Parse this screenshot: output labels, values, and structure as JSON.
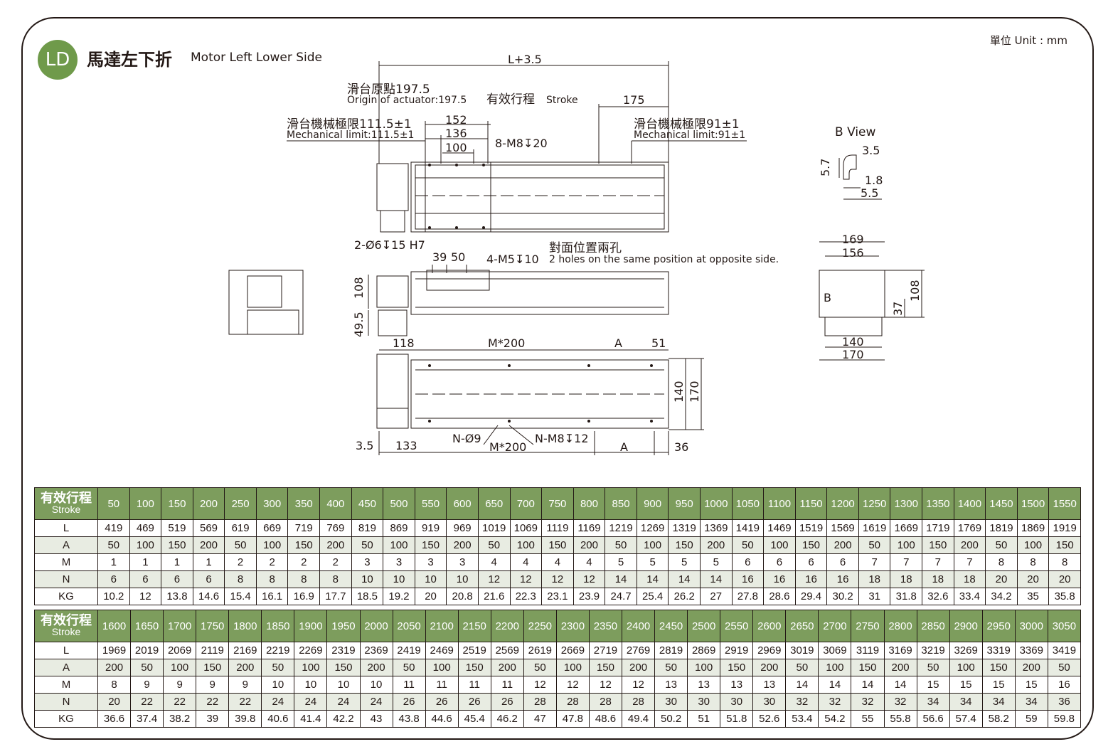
{
  "header": {
    "badge": "LD",
    "title_zh": "馬達左下折",
    "title_en": "Motor Left Lower Side",
    "unit": "單位 Unit : mm"
  },
  "drawing": {
    "l_plus": "L+3.5",
    "origin_zh": "滑台原點197.5",
    "origin_en": "Origin of actuator:197.5",
    "stroke_zh": "有效行程",
    "stroke_en": "Stroke",
    "dim_175": "175",
    "mech_left_zh": "滑台機械極限111.5±1",
    "mech_left_en": "Mechanical limit:111.5±1",
    "mech_right_zh": "滑台機械極限91±1",
    "mech_right_en": "Mechanical limit:91±1",
    "dim_152": "152",
    "dim_136": "136",
    "dim_100": "100",
    "m8": "8-M8↧20",
    "pin": "2-Ø6↧15 H7",
    "dim_39": "39",
    "dim_50": "50",
    "m5": "4-M5↧10",
    "opp_zh": "對面位置兩孔",
    "opp_en": "2 holes on the same position at opposite side.",
    "dim_108": "108",
    "dim_49_5": "49.5",
    "dim_118": "118",
    "m200": "M*200",
    "a": "A",
    "dim_51": "51",
    "dim_140": "140",
    "dim_170": "170",
    "dim_3_5": "3.5",
    "dim_133": "133",
    "n9": "N-Ø9",
    "m200b": "M*200",
    "m8_12": "N-M8↧12",
    "a2": "A",
    "dim_36": "36",
    "bview": "B View",
    "bv_3_5": "3.5",
    "bv_5_7": "5.7",
    "bv_1_8": "1.8",
    "bv_5_5": "5.5",
    "end_169": "169",
    "end_156": "156",
    "end_b": "B",
    "end_37": "37",
    "end_108": "108",
    "end_140": "140",
    "end_170": "170"
  },
  "table1": {
    "stroke_zh": "有效行程",
    "stroke_en": "Stroke",
    "strokes": [
      "50",
      "100",
      "150",
      "200",
      "250",
      "300",
      "350",
      "400",
      "450",
      "500",
      "550",
      "600",
      "650",
      "700",
      "750",
      "800",
      "850",
      "900",
      "950",
      "1000",
      "1050",
      "1100",
      "1150",
      "1200",
      "1250",
      "1300",
      "1350",
      "1400",
      "1450",
      "1500",
      "1550"
    ],
    "rows": [
      {
        "label": "L",
        "values": [
          "419",
          "469",
          "519",
          "569",
          "619",
          "669",
          "719",
          "769",
          "819",
          "869",
          "919",
          "969",
          "1019",
          "1069",
          "1119",
          "1169",
          "1219",
          "1269",
          "1319",
          "1369",
          "1419",
          "1469",
          "1519",
          "1569",
          "1619",
          "1669",
          "1719",
          "1769",
          "1819",
          "1869",
          "1919"
        ]
      },
      {
        "label": "A",
        "values": [
          "50",
          "100",
          "150",
          "200",
          "50",
          "100",
          "150",
          "200",
          "50",
          "100",
          "150",
          "200",
          "50",
          "100",
          "150",
          "200",
          "50",
          "100",
          "150",
          "200",
          "50",
          "100",
          "150",
          "200",
          "50",
          "100",
          "150",
          "200",
          "50",
          "100",
          "150"
        ]
      },
      {
        "label": "M",
        "values": [
          "1",
          "1",
          "1",
          "1",
          "2",
          "2",
          "2",
          "2",
          "3",
          "3",
          "3",
          "3",
          "4",
          "4",
          "4",
          "4",
          "5",
          "5",
          "5",
          "5",
          "6",
          "6",
          "6",
          "6",
          "7",
          "7",
          "7",
          "7",
          "8",
          "8",
          "8"
        ]
      },
      {
        "label": "N",
        "values": [
          "6",
          "6",
          "6",
          "6",
          "8",
          "8",
          "8",
          "8",
          "10",
          "10",
          "10",
          "10",
          "12",
          "12",
          "12",
          "12",
          "14",
          "14",
          "14",
          "14",
          "16",
          "16",
          "16",
          "16",
          "18",
          "18",
          "18",
          "18",
          "20",
          "20",
          "20"
        ]
      },
      {
        "label": "KG",
        "values": [
          "10.2",
          "12",
          "13.8",
          "14.6",
          "15.4",
          "16.1",
          "16.9",
          "17.7",
          "18.5",
          "19.2",
          "20",
          "20.8",
          "21.6",
          "22.3",
          "23.1",
          "23.9",
          "24.7",
          "25.4",
          "26.2",
          "27",
          "27.8",
          "28.6",
          "29.4",
          "30.2",
          "31",
          "31.8",
          "32.6",
          "33.4",
          "34.2",
          "35",
          "35.8"
        ]
      }
    ]
  },
  "table2": {
    "stroke_zh": "有效行程",
    "stroke_en": "Stroke",
    "strokes": [
      "1600",
      "1650",
      "1700",
      "1750",
      "1800",
      "1850",
      "1900",
      "1950",
      "2000",
      "2050",
      "2100",
      "2150",
      "2200",
      "2250",
      "2300",
      "2350",
      "2400",
      "2450",
      "2500",
      "2550",
      "2600",
      "2650",
      "2700",
      "2750",
      "2800",
      "2850",
      "2900",
      "2950",
      "3000",
      "3050"
    ],
    "rows": [
      {
        "label": "L",
        "values": [
          "1969",
          "2019",
          "2069",
          "2119",
          "2169",
          "2219",
          "2269",
          "2319",
          "2369",
          "2419",
          "2469",
          "2519",
          "2569",
          "2619",
          "2669",
          "2719",
          "2769",
          "2819",
          "2869",
          "2919",
          "2969",
          "3019",
          "3069",
          "3119",
          "3169",
          "3219",
          "3269",
          "3319",
          "3369",
          "3419"
        ]
      },
      {
        "label": "A",
        "values": [
          "200",
          "50",
          "100",
          "150",
          "200",
          "50",
          "100",
          "150",
          "200",
          "50",
          "100",
          "150",
          "200",
          "50",
          "100",
          "150",
          "200",
          "50",
          "100",
          "150",
          "200",
          "50",
          "100",
          "150",
          "200",
          "50",
          "100",
          "150",
          "200",
          "50"
        ]
      },
      {
        "label": "M",
        "values": [
          "8",
          "9",
          "9",
          "9",
          "9",
          "10",
          "10",
          "10",
          "10",
          "11",
          "11",
          "11",
          "11",
          "12",
          "12",
          "12",
          "12",
          "13",
          "13",
          "13",
          "13",
          "14",
          "14",
          "14",
          "14",
          "15",
          "15",
          "15",
          "15",
          "16"
        ]
      },
      {
        "label": "N",
        "values": [
          "20",
          "22",
          "22",
          "22",
          "22",
          "24",
          "24",
          "24",
          "24",
          "26",
          "26",
          "26",
          "26",
          "28",
          "28",
          "28",
          "28",
          "30",
          "30",
          "30",
          "30",
          "32",
          "32",
          "32",
          "32",
          "34",
          "34",
          "34",
          "34",
          "36"
        ]
      },
      {
        "label": "KG",
        "values": [
          "36.6",
          "37.4",
          "38.2",
          "39",
          "39.8",
          "40.6",
          "41.4",
          "42.2",
          "43",
          "43.8",
          "44.6",
          "45.4",
          "46.2",
          "47",
          "47.8",
          "48.6",
          "49.4",
          "50.2",
          "51",
          "51.8",
          "52.6",
          "53.4",
          "54.2",
          "55",
          "55.8",
          "56.6",
          "57.4",
          "58.2",
          "59",
          "59.8"
        ]
      }
    ]
  }
}
